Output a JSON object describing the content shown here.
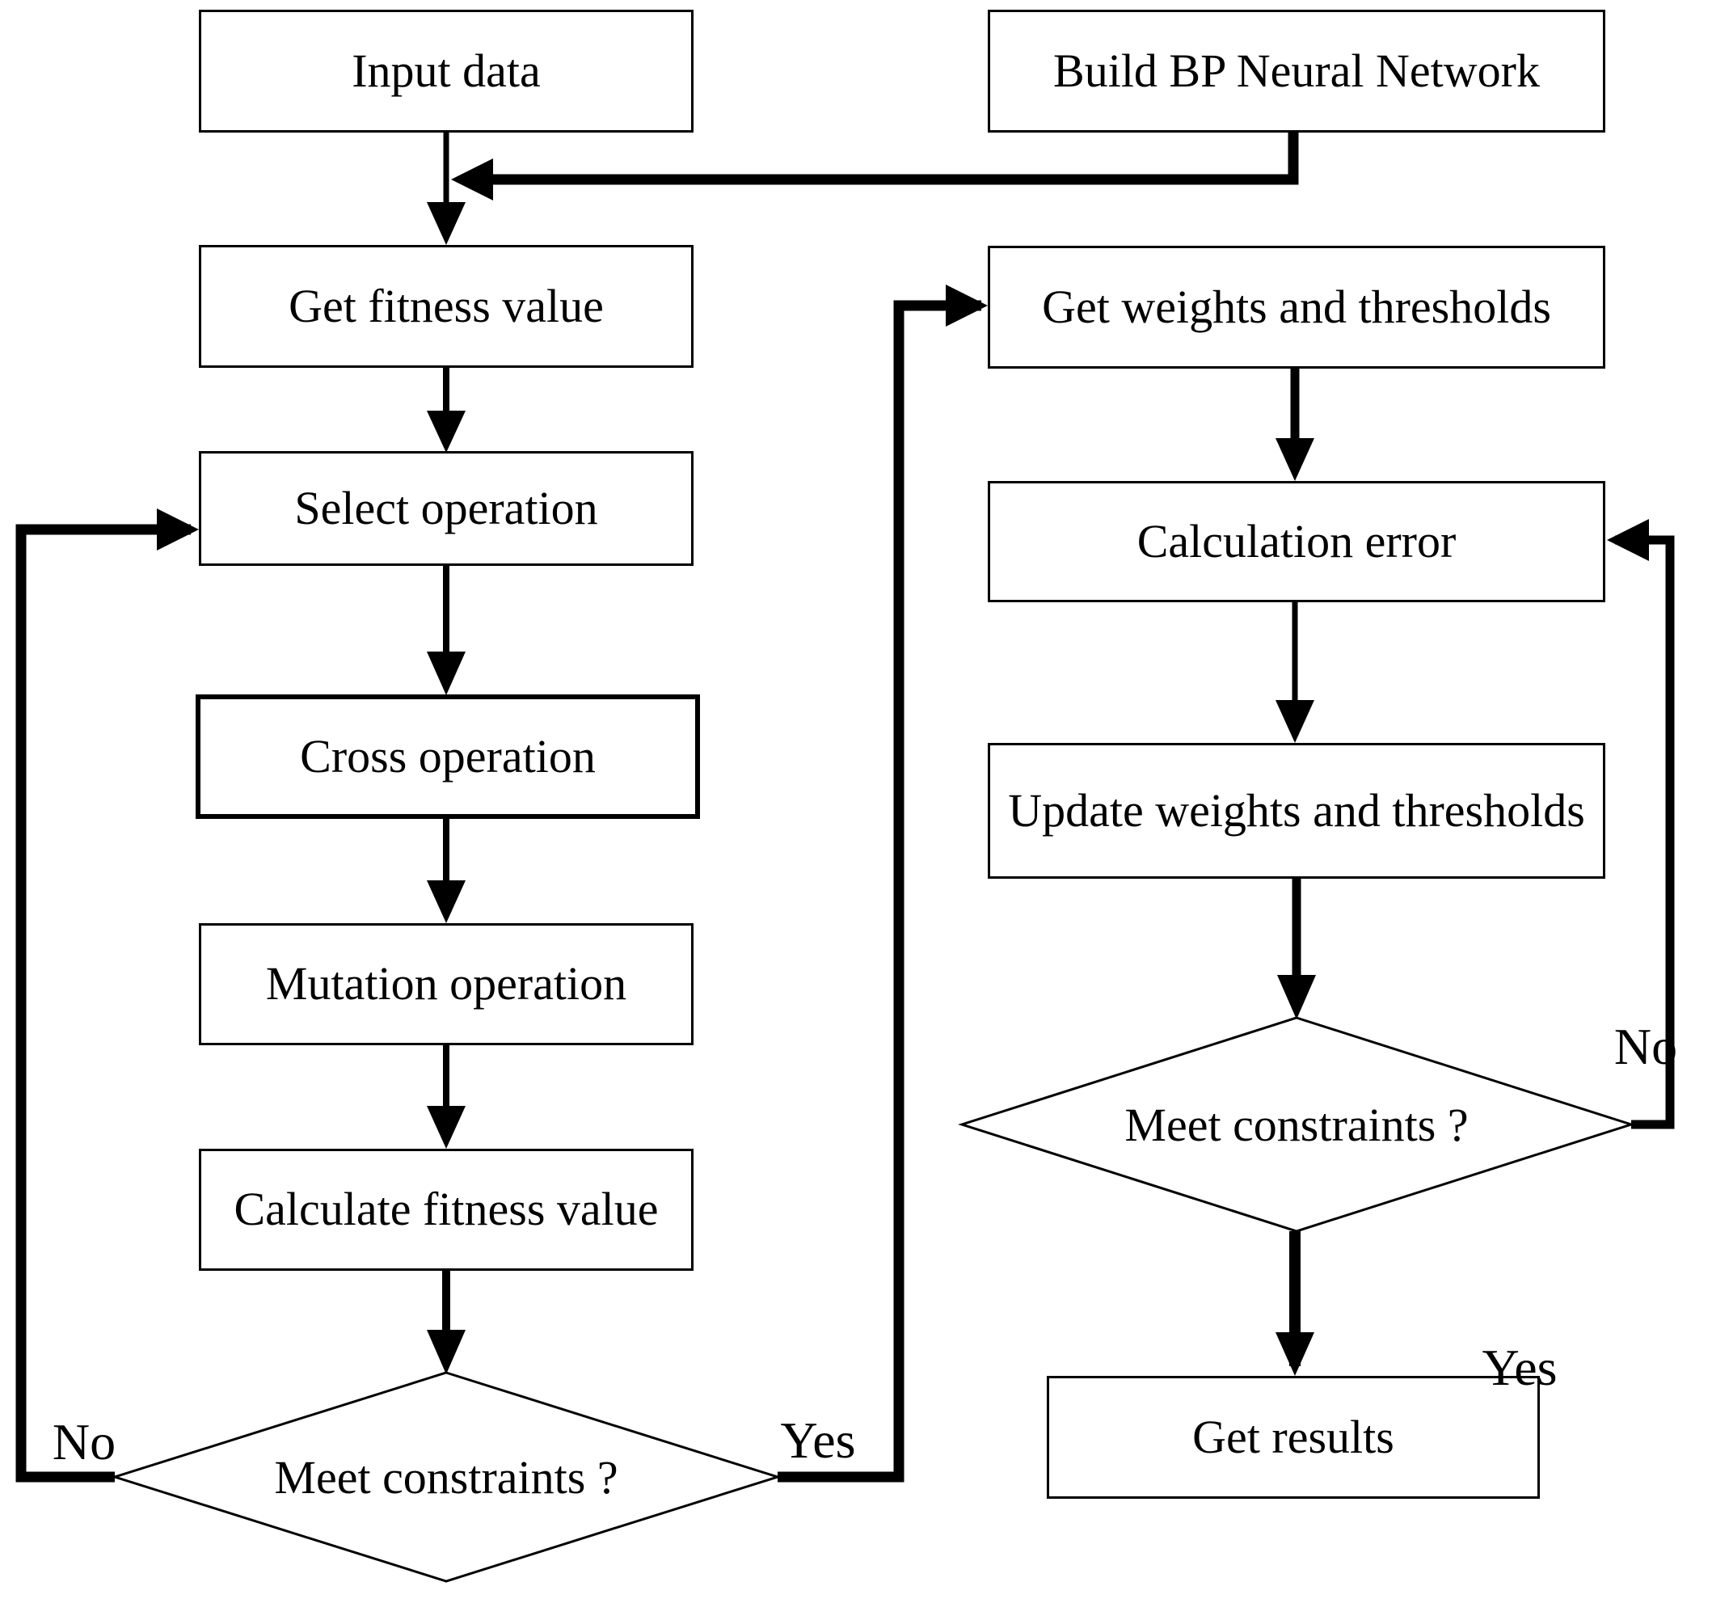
{
  "diagram": {
    "title": "GA-BP neural network flowchart",
    "colors": {
      "line": "#000000",
      "background": "#ffffff",
      "node_fill": "#ffffff"
    },
    "nodes": {
      "input_data": {
        "label": "Input data"
      },
      "build_bp_network": {
        "label": "Build BP Neural Network"
      },
      "get_fitness": {
        "label": "Get fitness value"
      },
      "select_operation": {
        "label": "Select operation"
      },
      "cross_operation": {
        "label": "Cross operation"
      },
      "mutation_operation": {
        "label": "Mutation operation"
      },
      "calculate_fitness": {
        "label": "Calculate fitness value"
      },
      "decision_ga": {
        "label": "Meet constraints ?"
      },
      "get_weights": {
        "label": "Get weights and thresholds"
      },
      "calculation_error": {
        "label": "Calculation error"
      },
      "update_weights": {
        "label": "Update weights and thresholds"
      },
      "decision_bp": {
        "label": "Meet constraints ?"
      },
      "get_results": {
        "label": "Get results"
      }
    },
    "edge_labels": {
      "ga_no": "No",
      "ga_yes": "Yes",
      "bp_no": "No",
      "bp_yes": "Yes"
    }
  }
}
